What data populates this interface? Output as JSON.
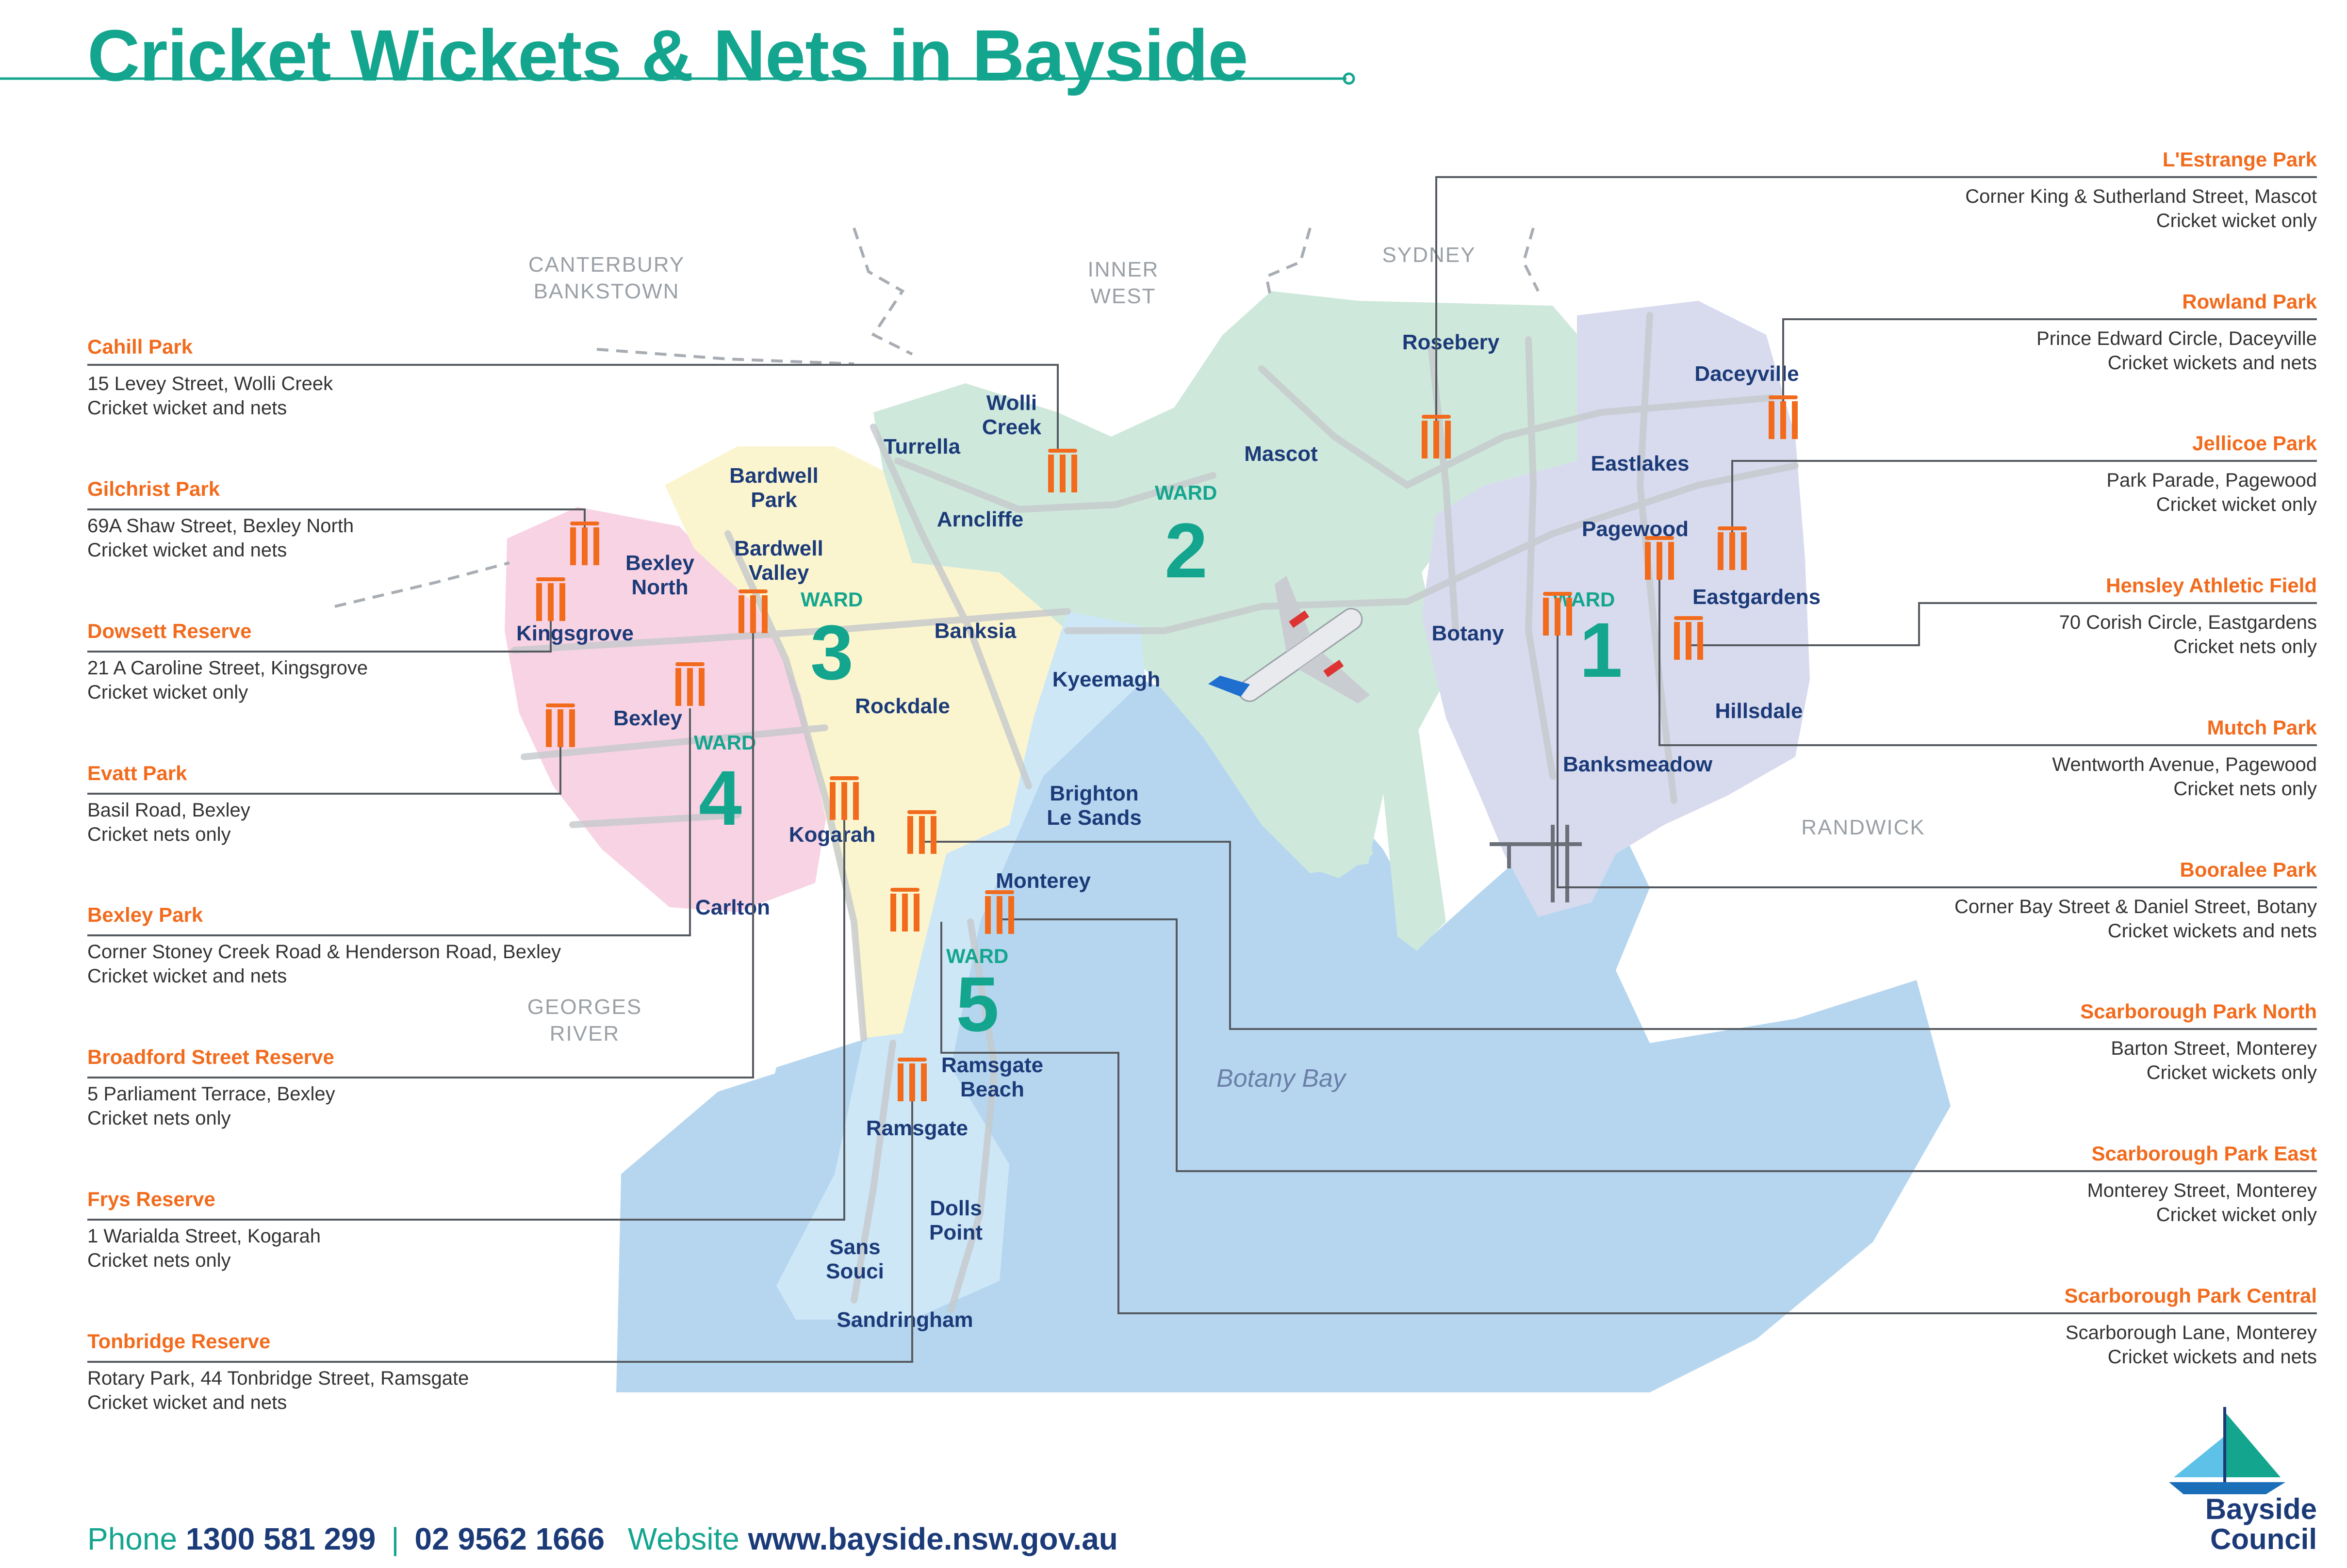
{
  "title": "Cricket Wickets & Nets in Bayside",
  "regions": {
    "canterbury": [
      "CANTERBURY",
      "BANKSTOWN"
    ],
    "inner_west": [
      "INNER",
      "WEST"
    ],
    "sydney": "SYDNEY",
    "randwick": "RANDWICK",
    "georges_river": [
      "GEORGES",
      "RIVER"
    ]
  },
  "bay_label": "Botany Bay",
  "wards": {
    "word": "WARD",
    "w1": "1",
    "w2": "2",
    "w3": "3",
    "w4": "4",
    "w5": "5"
  },
  "suburbs": {
    "rosebery": "Rosebery",
    "daceyville": "Daceyville",
    "mascot": "Mascot",
    "eastlakes": "Eastlakes",
    "pagewood": "Pagewood",
    "eastgardens": "Eastgardens",
    "botany": "Botany",
    "hillsdale": "Hillsdale",
    "banksmeadow": "Banksmeadow",
    "wolli_creek": [
      "Wolli",
      "Creek"
    ],
    "turrella": "Turrella",
    "arncliffe": "Arncliffe",
    "bardwell_park": [
      "Bardwell",
      "Park"
    ],
    "bardwell_valley": [
      "Bardwell",
      "Valley"
    ],
    "bexley_north": [
      "Bexley",
      "North"
    ],
    "kingsgrove": "Kingsgrove",
    "bexley": "Bexley",
    "banksia": "Banksia",
    "rockdale": "Rockdale",
    "kyeemagh": "Kyeemagh",
    "brighton": [
      "Brighton",
      "Le Sands"
    ],
    "kogarah": "Kogarah",
    "carlton": "Carlton",
    "monterey": "Monterey",
    "ramsgate_beach": [
      "Ramsgate",
      "Beach"
    ],
    "ramsgate": "Ramsgate",
    "dolls_point": [
      "Dolls",
      "Point"
    ],
    "sans_souci": [
      "Sans",
      "Souci"
    ],
    "sandringham": "Sandringham"
  },
  "left_locations": [
    {
      "name": "Cahill Park",
      "address": "15 Levey Street, Wolli Creek",
      "facilities": "Cricket wicket and nets"
    },
    {
      "name": "Gilchrist Park",
      "address": "69A Shaw Street, Bexley North",
      "facilities": "Cricket wicket and nets"
    },
    {
      "name": "Dowsett Reserve",
      "address": "21 A Caroline Street, Kingsgrove",
      "facilities": "Cricket wicket only"
    },
    {
      "name": "Evatt Park",
      "address": "Basil Road, Bexley",
      "facilities": "Cricket nets only"
    },
    {
      "name": "Bexley Park",
      "address": "Corner Stoney Creek Road & Henderson Road, Bexley",
      "facilities": "Cricket wicket and nets"
    },
    {
      "name": "Broadford Street Reserve",
      "address": "5 Parliament Terrace, Bexley",
      "facilities": "Cricket nets only"
    },
    {
      "name": "Frys Reserve",
      "address": "1 Warialda Street, Kogarah",
      "facilities": "Cricket nets only"
    },
    {
      "name": "Tonbridge Reserve",
      "address": "Rotary Park, 44 Tonbridge Street, Ramsgate",
      "facilities": "Cricket wicket and nets"
    }
  ],
  "right_locations": [
    {
      "name": "L'Estrange Park",
      "address": "Corner King & Sutherland Street, Mascot",
      "facilities": "Cricket wicket only"
    },
    {
      "name": "Rowland Park",
      "address": "Prince Edward Circle, Daceyville",
      "facilities": "Cricket wickets and nets"
    },
    {
      "name": "Jellicoe Park",
      "address": "Park Parade, Pagewood",
      "facilities": "Cricket wicket only"
    },
    {
      "name": "Hensley Athletic Field",
      "address": "70 Corish Circle, Eastgardens",
      "facilities": "Cricket nets only"
    },
    {
      "name": "Mutch Park",
      "address": "Wentworth Avenue, Pagewood",
      "facilities": "Cricket nets only"
    },
    {
      "name": "Booralee Park",
      "address": "Corner Bay Street & Daniel Street, Botany",
      "facilities": "Cricket wickets and nets"
    },
    {
      "name": "Scarborough Park North",
      "address": "Barton Street, Monterey",
      "facilities": "Cricket wickets only"
    },
    {
      "name": "Scarborough Park East",
      "address": "Monterey Street, Monterey",
      "facilities": "Cricket wicket only"
    },
    {
      "name": "Scarborough Park Central",
      "address": "Scarborough Lane, Monterey",
      "facilities": "Cricket wickets and nets"
    }
  ],
  "footer": {
    "phone_label": "Phone",
    "phone1": "1300 581 299",
    "separator": "|",
    "phone2": "02 9562 1666",
    "website_label": "Website",
    "website": "www.bayside.nsw.gov.au"
  },
  "logo": {
    "line1": "Bayside",
    "line2": "Council"
  },
  "colors": {
    "title": "#14a58f",
    "accent": "#f26b1d",
    "navy": "#1b3a78",
    "ward1": "#d8dbee",
    "ward2": "#cfe8dc",
    "ward3": "#fbf5cf",
    "ward4": "#f8d3e3",
    "ward5": "#cde7f7",
    "water": "#b6d6ef"
  }
}
